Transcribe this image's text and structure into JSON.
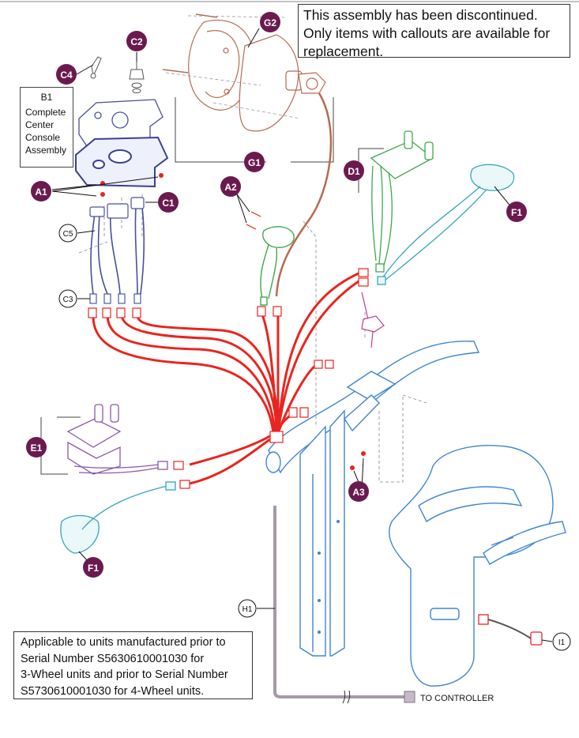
{
  "notices": {
    "top_lines": [
      "This assembly has been discontinued.",
      "Only items with callouts are available for",
      "replacement."
    ],
    "bottom_lines": [
      "Applicable to units manufactured prior to",
      "Serial Number S5630610001030 for",
      "3-Wheel units and prior to Serial Number",
      "S5730610001030 for 4-Wheel units."
    ]
  },
  "b1_box": {
    "code": "B1",
    "lines": [
      "Complete",
      "Center",
      "Console",
      "Assembly"
    ]
  },
  "callouts": {
    "filled": [
      "G2",
      "C2",
      "C4",
      "A1",
      "C1",
      "A2",
      "G1",
      "D1",
      "F1",
      "E1",
      "F1",
      "A3"
    ],
    "outlined": [
      "C5",
      "C3",
      "H1",
      "I1"
    ]
  },
  "to_controller": "TO CONTROLLER",
  "colors": {
    "callout_fill": "#6b1a4f",
    "harness_red": "#e8251f",
    "steering_blue": "#3f86d0",
    "console_purple": "#4a4f9c",
    "grey_cable": "#a59aa8",
    "plate_brown": "#b86a52",
    "green_part": "#3fa84a",
    "teal_part": "#37a6b8",
    "violet_part": "#8a5aa8"
  }
}
